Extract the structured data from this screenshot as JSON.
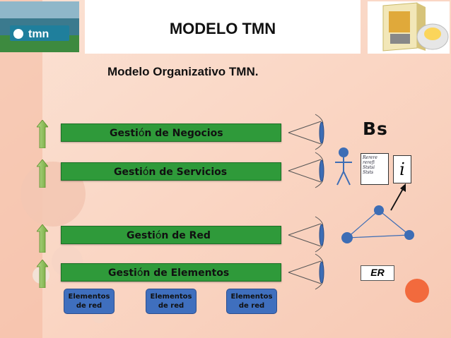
{
  "slide": {
    "title": "MODELO TMN",
    "subtitle": "Modelo Organizativo TMN."
  },
  "corner_mark": "€",
  "logo_text": "tmn",
  "layers": [
    {
      "label_a": "Gesti",
      "label_b": "ó",
      "label_c": "n de Negocios"
    },
    {
      "label_a": "Gesti",
      "label_b": "ó",
      "label_c": "n de Servicios"
    },
    {
      "label_a": "Gesti",
      "label_b": "ó",
      "label_c": "n de Red"
    },
    {
      "label_a": "Gesti",
      "label_b": "ó",
      "label_c": "n de Elementos"
    }
  ],
  "network_elements": [
    {
      "line1": "Elementos",
      "line2": "de red"
    },
    {
      "line1": "Elementos",
      "line2": "de red"
    },
    {
      "line1": "Elementos",
      "line2": "de red"
    }
  ],
  "side": {
    "bs": "Bs",
    "doc_lines": [
      "Rerere",
      "rerefi",
      "Ststsi",
      "Ststs"
    ],
    "info": "i",
    "er": "ER"
  },
  "colors": {
    "layer_green": "#2f9a3a",
    "element_blue": "#3f6fbe",
    "arrow_green": "#7ab648",
    "background": "#fdf3ec",
    "accent_circle": "#f26a3d"
  }
}
